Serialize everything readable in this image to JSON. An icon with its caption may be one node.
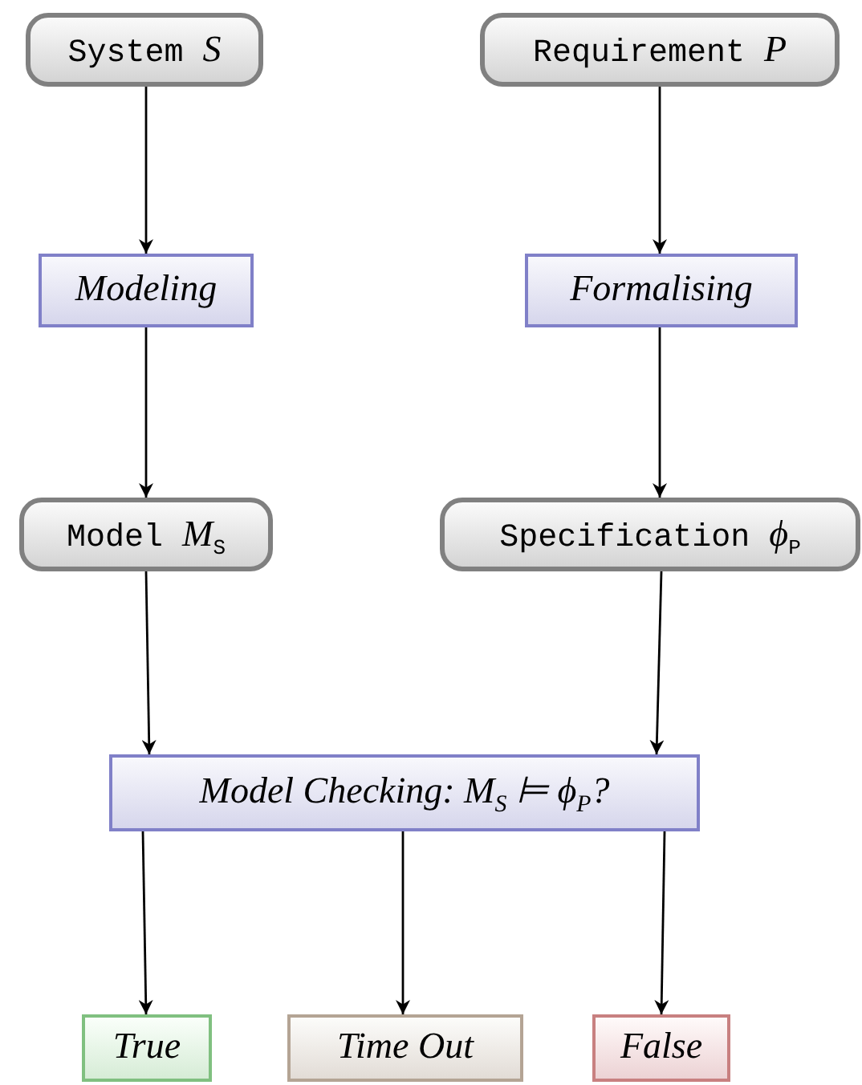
{
  "diagram": {
    "nodes": [
      {
        "text": [
          "System *S*"
        ]
      },
      {
        "text": [
          "Requirement *P*"
        ]
      },
      {
        "text": [
          "Modeling"
        ]
      },
      {
        "text": [
          "Formalising"
        ]
      },
      {
        "text": [
          "Model *M*$_{S}$"
        ]
      },
      {
        "text": [
          "Specification *ϕ*$_{P}$"
        ]
      },
      {
        "text": [
          "Model Checking: M$_{S}$ ⊨ ϕ$_{P}$?"
        ]
      },
      {
        "text": [
          "True"
        ]
      },
      {
        "text": [
          "Time Out"
        ]
      },
      {
        "text": [
          "False"
        ]
      }
    ],
    "edges": [
      {
        "from": 0,
        "to": 2,
        "arrow": "to"
      },
      {
        "from": 2,
        "to": 4,
        "arrow": "to"
      },
      {
        "from": 1,
        "to": 3,
        "arrow": "to"
      },
      {
        "from": 3,
        "to": 5,
        "arrow": "to"
      },
      {
        "from": 4,
        "to": 6,
        "arrow": "to"
      },
      {
        "from": 5,
        "to": 6,
        "arrow": "to"
      },
      {
        "from": 6,
        "to": 7,
        "arrow": "to"
      },
      {
        "from": 6,
        "to": 8,
        "arrow": "to"
      },
      {
        "from": 6,
        "to": 9,
        "arrow": "to"
      }
    ]
  }
}
